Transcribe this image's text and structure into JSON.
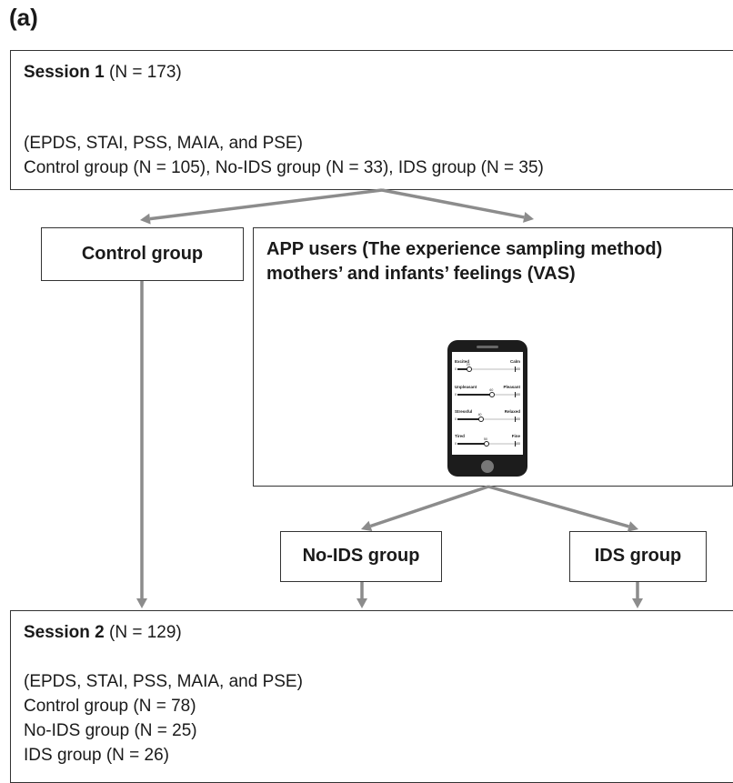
{
  "panel_label": "(a)",
  "session1": {
    "title": "Session 1",
    "n": "(N = 173)",
    "measures": "(EPDS, STAI, PSS, MAIA, and PSE)",
    "groups": "Control group (N = 105), No-IDS group (N = 33), IDS group (N = 35)"
  },
  "control_box": {
    "label": "Control group"
  },
  "app_box": {
    "line1": "APP users (The experience sampling method)",
    "line2": "mothers’ and infants’ feelings (VAS)"
  },
  "phone": {
    "sliders": [
      {
        "left": "Excited",
        "right": "Calm",
        "value": 20,
        "min": "0",
        "max": "100"
      },
      {
        "left": "Unpleasant",
        "right": "Pleasant",
        "value": 60,
        "min": "0",
        "max": "100"
      },
      {
        "left": "Stressful",
        "right": "Relaxed",
        "value": 40,
        "min": "0",
        "max": "100"
      },
      {
        "left": "Tired",
        "right": "Fine",
        "value": 50,
        "min": "0",
        "max": "100"
      }
    ]
  },
  "no_ids_box": {
    "label": "No-IDS group"
  },
  "ids_box": {
    "label": "IDS group"
  },
  "session2": {
    "title": "Session 2",
    "n": "(N = 129)",
    "measures": "(EPDS, STAI, PSS, MAIA, and PSE)",
    "control": "Control group (N = 78)",
    "no_ids": "No-IDS group (N = 25)",
    "ids": "IDS group (N = 26)"
  },
  "colors": {
    "arrow": "#8c8c8c",
    "border": "#333333"
  }
}
